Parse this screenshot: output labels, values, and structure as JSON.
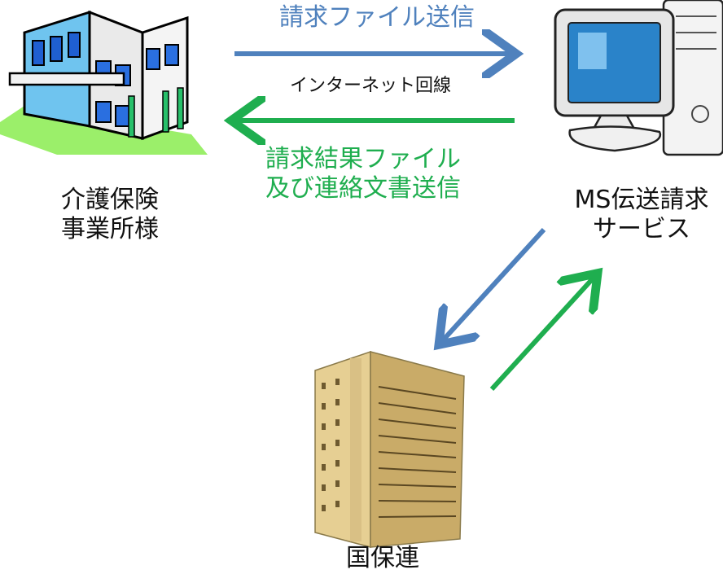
{
  "nodes": {
    "office": {
      "label": "介護保険\n事業所様",
      "icon": "office-building-icon"
    },
    "service": {
      "label": "MS伝送請求\nサービス",
      "icon": "desktop-computer-icon"
    },
    "federation": {
      "label": "国保連",
      "icon": "high-rise-building-icon"
    }
  },
  "edges": {
    "send": {
      "label": "請求ファイル送信",
      "color": "#4f81bd"
    },
    "line": {
      "label": "インターネット回線"
    },
    "receive": {
      "label": "請求結果ファイル\n及び連絡文書送信",
      "color": "#1fae4f"
    }
  },
  "colors": {
    "blue": "#4f81bd",
    "green": "#1fae4f"
  }
}
